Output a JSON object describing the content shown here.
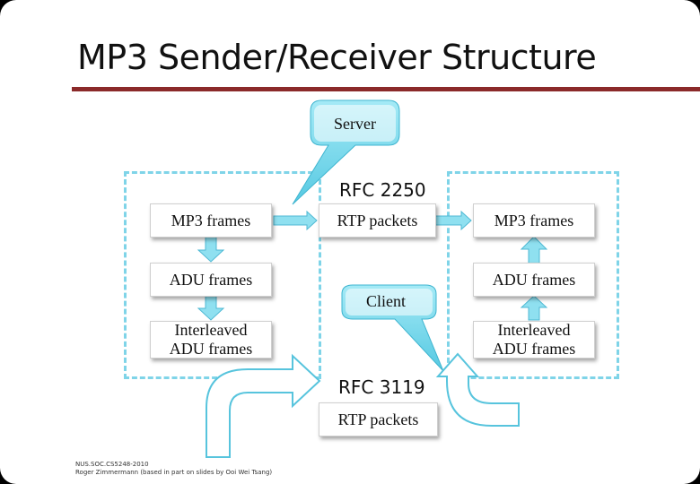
{
  "title": "MP3 Sender/Receiver Structure",
  "callouts": {
    "server": "Server",
    "client": "Client"
  },
  "rfc": {
    "top": "RFC 2250",
    "bottom": "RFC 3119"
  },
  "sender": {
    "mp3_frames": "MP3 frames",
    "adu_frames": "ADU frames",
    "interleaved_line1": "Interleaved",
    "interleaved_line2": "ADU frames"
  },
  "network": {
    "rtp_top": "RTP packets",
    "rtp_bottom": "RTP packets"
  },
  "receiver": {
    "mp3_frames": "MP3 frames",
    "adu_frames": "ADU frames",
    "interleaved_line1": "Interleaved",
    "interleaved_line2": "ADU frames"
  },
  "footer": {
    "line1": "NUS.SOC.CS5248-2010",
    "line2": "Roger Zimmermann (based in part on slides by Ooi Wei Tsang)"
  },
  "colors": {
    "accent_rule": "#8b2a2a",
    "callout_fill": "#6fd3ea",
    "dash": "#7fd4e8",
    "arrow": "#8fe0f0"
  }
}
